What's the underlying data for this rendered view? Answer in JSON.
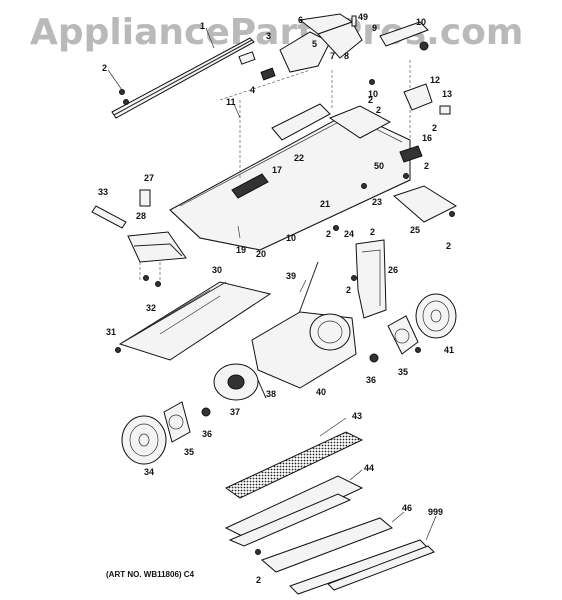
{
  "watermark": "AppliancePartsPros.com",
  "art_number": "(ART NO. WB11806) C4",
  "callouts": [
    "1",
    "2",
    "3",
    "4",
    "5",
    "6",
    "7",
    "8",
    "9",
    "49",
    "10",
    "2",
    "12",
    "13",
    "10",
    "2",
    "11",
    "2",
    "22",
    "16",
    "50",
    "2",
    "33",
    "27",
    "17",
    "28",
    "21",
    "23",
    "25",
    "2",
    "19",
    "20",
    "10",
    "2",
    "24",
    "2",
    "30",
    "39",
    "26",
    "2",
    "32",
    "31",
    "41",
    "40",
    "35",
    "36",
    "37",
    "38",
    "36",
    "43",
    "35",
    "34",
    "44",
    "46",
    "999",
    "2"
  ]
}
